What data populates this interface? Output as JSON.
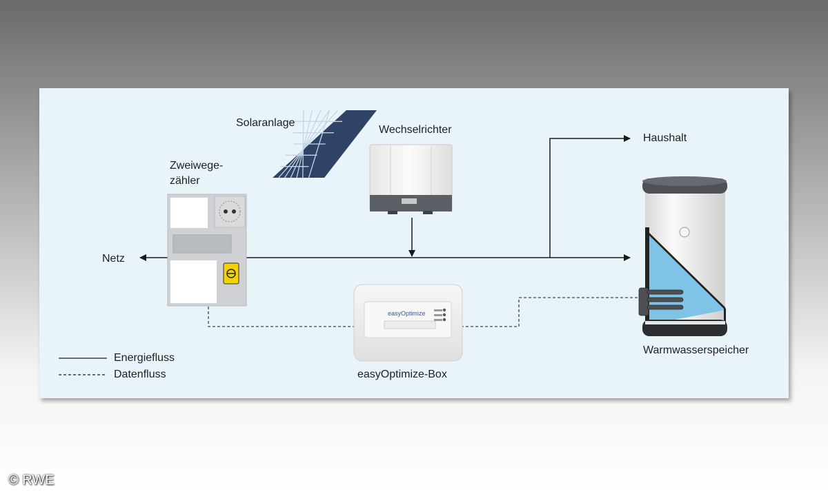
{
  "labels": {
    "solar": "Solaranlage",
    "inverter": "Wechselrichter",
    "meter_line1": "Zweiwege-",
    "meter_line2": "zähler",
    "grid": "Netz",
    "household": "Haushalt",
    "box": "easyOptimize-Box",
    "box_logo": "easyOptimize",
    "tank": "Warmwasserspeicher"
  },
  "legend": {
    "energy": "Energiefluss",
    "data": "Datenfluss"
  },
  "copyright": "© RWE",
  "colors": {
    "panel": "#e9f3fa",
    "water": "#7fc4e6",
    "meter_display": "#b8bbbf",
    "meter_button": "#f2d300"
  }
}
